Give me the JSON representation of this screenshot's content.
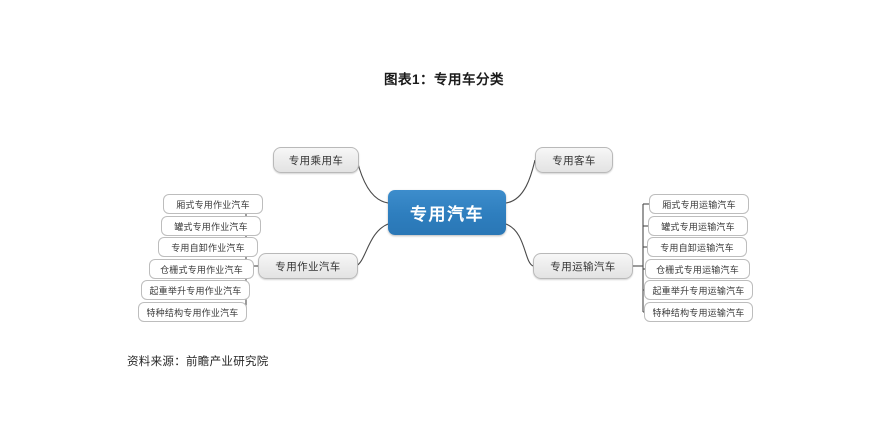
{
  "title": "图表1：专用车分类",
  "source": "资料来源：前瞻产业研究院",
  "colors": {
    "center_fill": "#2E7EBE",
    "center_text": "#FFFFFF",
    "pill_fill": "#ECECEC",
    "pill_border": "#B9B9B9",
    "leaf_fill": "#FFFFFF",
    "leaf_border": "#BDBDBD",
    "connector": "#4A4A4A",
    "text": "#333333"
  },
  "diagram": {
    "type": "mindmap",
    "center": {
      "label": "专用汽车"
    },
    "branches": [
      {
        "label": "专用乘用车",
        "side": "left",
        "children": []
      },
      {
        "label": "专用客车",
        "side": "right",
        "children": []
      },
      {
        "label": "专用作业汽车",
        "side": "left",
        "children": [
          "厢式专用作业汽车",
          "罐式专用作业汽车",
          "专用自卸作业汽车",
          "仓栅式专用作业汽车",
          "起重举升专用作业汽车",
          "特种结构专用作业汽车"
        ]
      },
      {
        "label": "专用运输汽车",
        "side": "right",
        "children": [
          "厢式专用运输汽车",
          "罐式专用运输汽车",
          "专用自卸运输汽车",
          "仓栅式专用运输汽车",
          "起重举升专用运输汽车",
          "特种结构专用运输汽车"
        ]
      }
    ]
  }
}
